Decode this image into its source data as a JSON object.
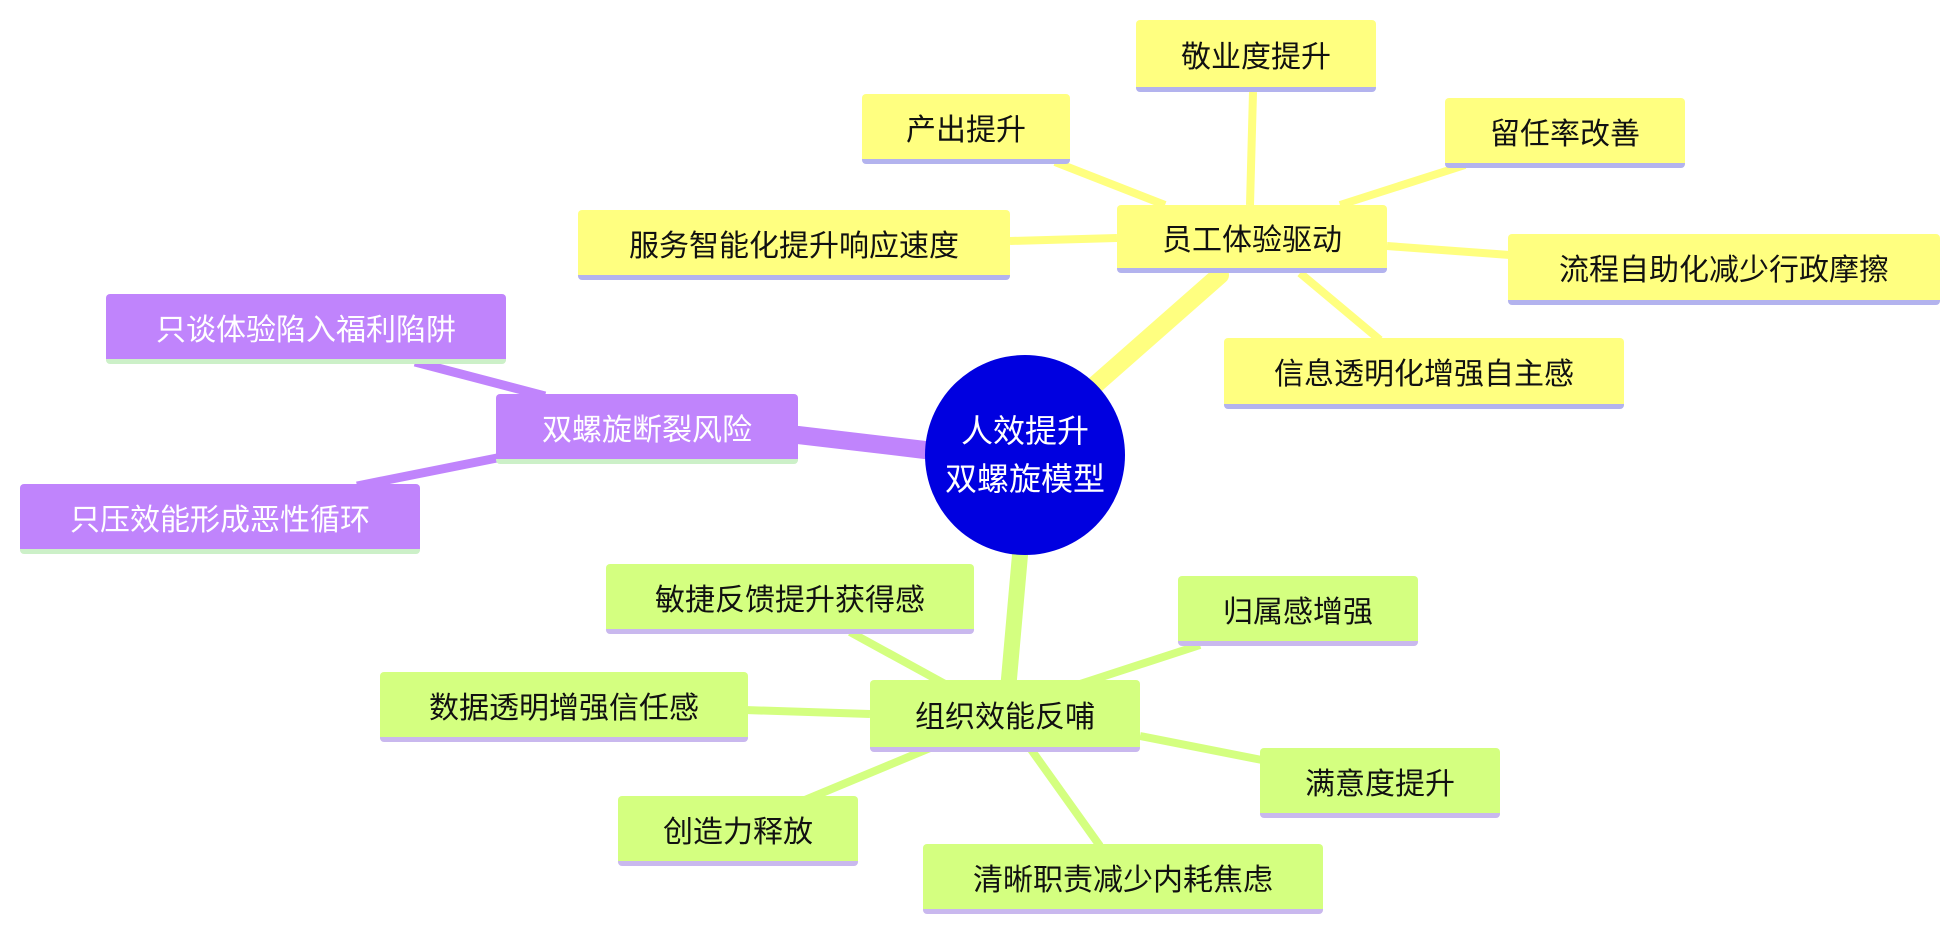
{
  "colors": {
    "root": "#0000e0",
    "yellow": "#ffff80",
    "green": "#d4ff80",
    "purple": "#c084fc"
  },
  "root": {
    "line1": "人效提升",
    "line2": "双螺旋模型"
  },
  "branches": {
    "experience": {
      "label": "员工体验驱动",
      "children": [
        "敬业度提升",
        "产出提升",
        "留任率改善",
        "服务智能化提升响应速度",
        "流程自助化减少行政摩擦",
        "信息透明化增强自主感"
      ]
    },
    "efficiency": {
      "label": "组织效能反哺",
      "children": [
        "敏捷反馈提升获得感",
        "归属感增强",
        "数据透明增强信任感",
        "满意度提升",
        "创造力释放",
        "清晰职责减少内耗焦虑"
      ]
    },
    "risk": {
      "label": "双螺旋断裂风险",
      "children": [
        "只谈体验陷入福利陷阱",
        "只压效能形成恶性循环"
      ]
    }
  }
}
